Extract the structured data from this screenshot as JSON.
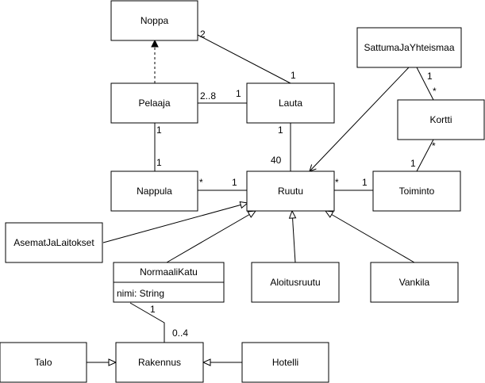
{
  "classes": {
    "noppa": "Noppa",
    "sattuma": "SattumaJaYhteismaa",
    "pelaaja": "Pelaaja",
    "lauta": "Lauta",
    "kortti": "Kortti",
    "nappula": "Nappula",
    "ruutu": "Ruutu",
    "toiminto": "Toiminto",
    "asemat": "AsematJaLaitokset",
    "normaali": "NormaaliKatu",
    "normaali_attr": "nimi: String",
    "aloitus": "Aloitusruutu",
    "vankila": "Vankila",
    "talo": "Talo",
    "rakennus": "Rakennus",
    "hotelli": "Hotelli"
  },
  "multiplicities": {
    "noppa_lauta_noppa": "2",
    "noppa_lauta_lauta": "1",
    "pelaaja_lauta_pelaaja": "2..8",
    "pelaaja_lauta_lauta": "1",
    "sattuma_kortti_sattuma": "1",
    "sattuma_kortti_kortti": "*",
    "kortti_toiminto_kortti": "*",
    "kortti_toiminto_toiminto": "1",
    "pelaaja_nappula_pelaaja": "1",
    "pelaaja_nappula_nappula": "1",
    "lauta_ruutu_lauta": "1",
    "lauta_ruutu_ruutu": "40",
    "nappula_ruutu_nappula": "*",
    "nappula_ruutu_ruutu": "1",
    "ruutu_toiminto_ruutu": "*",
    "ruutu_toiminto_toiminto": "1",
    "normaali_rakennus_normaali": "1",
    "normaali_rakennus_rakennus": "0..4"
  }
}
